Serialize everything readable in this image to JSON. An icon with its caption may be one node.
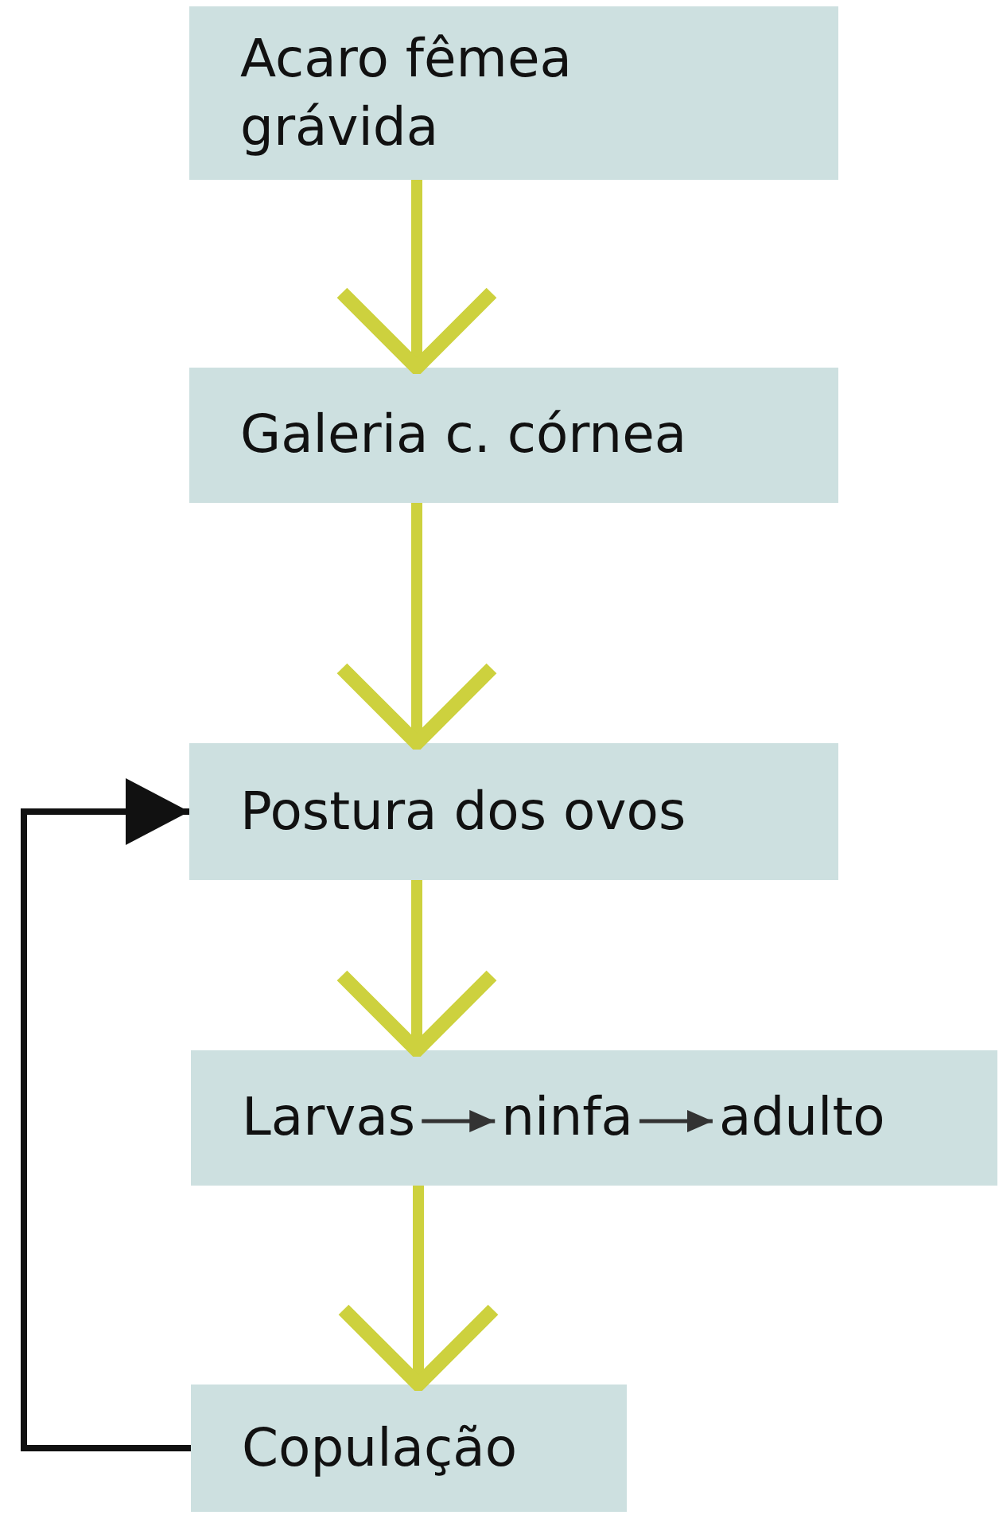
{
  "diagram": {
    "nodes": [
      {
        "text": [
          "Acaro fêmea grávida"
        ]
      },
      {
        "text": [
          "Galeria c. córnea"
        ]
      },
      {
        "text": [
          "Postura dos ovos"
        ]
      },
      {
        "text": [],
        "shape": "box"
      },
      {
        "text": [
          "Larvas"
        ],
        "in": 3
      },
      {
        "text": [
          "ninfa"
        ],
        "in": 3
      },
      {
        "text": [
          "adulto"
        ],
        "in": 3
      },
      {
        "text": [
          "Copulação"
        ]
      }
    ],
    "edges": [
      {
        "from": 0,
        "to": 1,
        "arrow": "to"
      },
      {
        "from": 1,
        "to": 2,
        "arrow": "to"
      },
      {
        "from": 2,
        "to": 3,
        "arrow": "to"
      },
      {
        "from": 3,
        "to": 7,
        "arrow": "to"
      },
      {
        "from": 4,
        "to": 5,
        "arrow": "to",
        "color": "#333333"
      },
      {
        "from": 5,
        "to": 6,
        "arrow": "to",
        "color": "#333333"
      },
      {
        "from": 7,
        "to": 2,
        "arrow": "to",
        "color": "#111111"
      }
    ]
  }
}
